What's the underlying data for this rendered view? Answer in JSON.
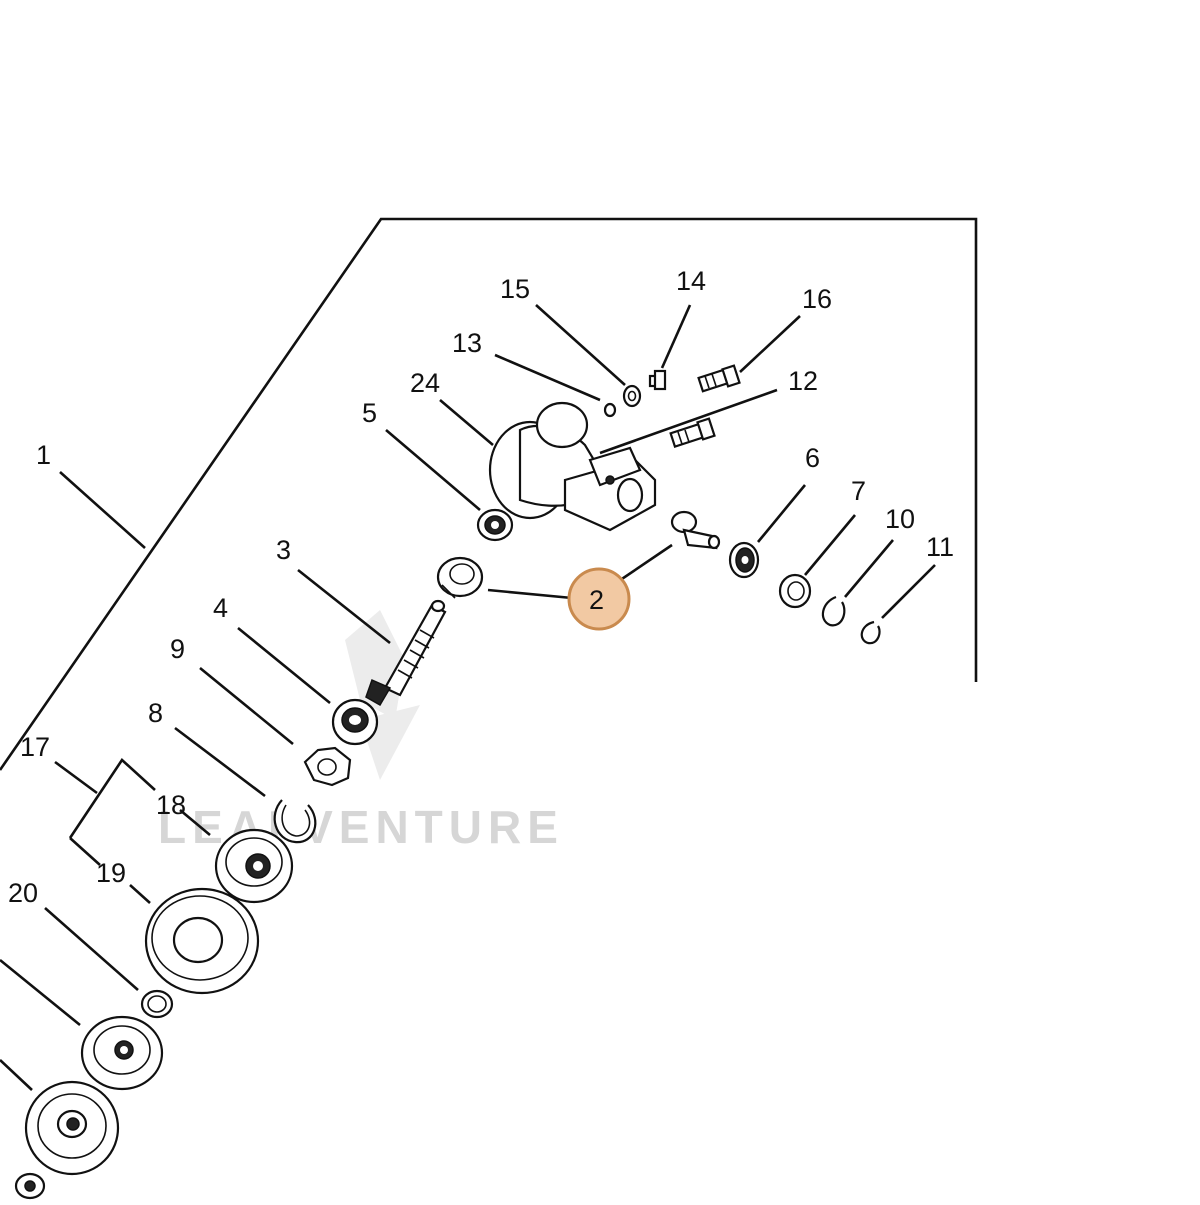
{
  "watermark": {
    "text": "LEAFVENTURE"
  },
  "highlight": {
    "label": "2",
    "fill": "#f2c9a3",
    "stroke": "#c98a4e"
  },
  "callouts": {
    "c1": "1",
    "c3": "3",
    "c4": "4",
    "c5": "5",
    "c6": "6",
    "c7": "7",
    "c8": "8",
    "c9": "9",
    "c10": "10",
    "c11": "11",
    "c12": "12",
    "c13": "13",
    "c14": "14",
    "c15": "15",
    "c16": "16",
    "c17": "17",
    "c18": "18",
    "c19": "19",
    "c20": "20",
    "c24": "24"
  }
}
